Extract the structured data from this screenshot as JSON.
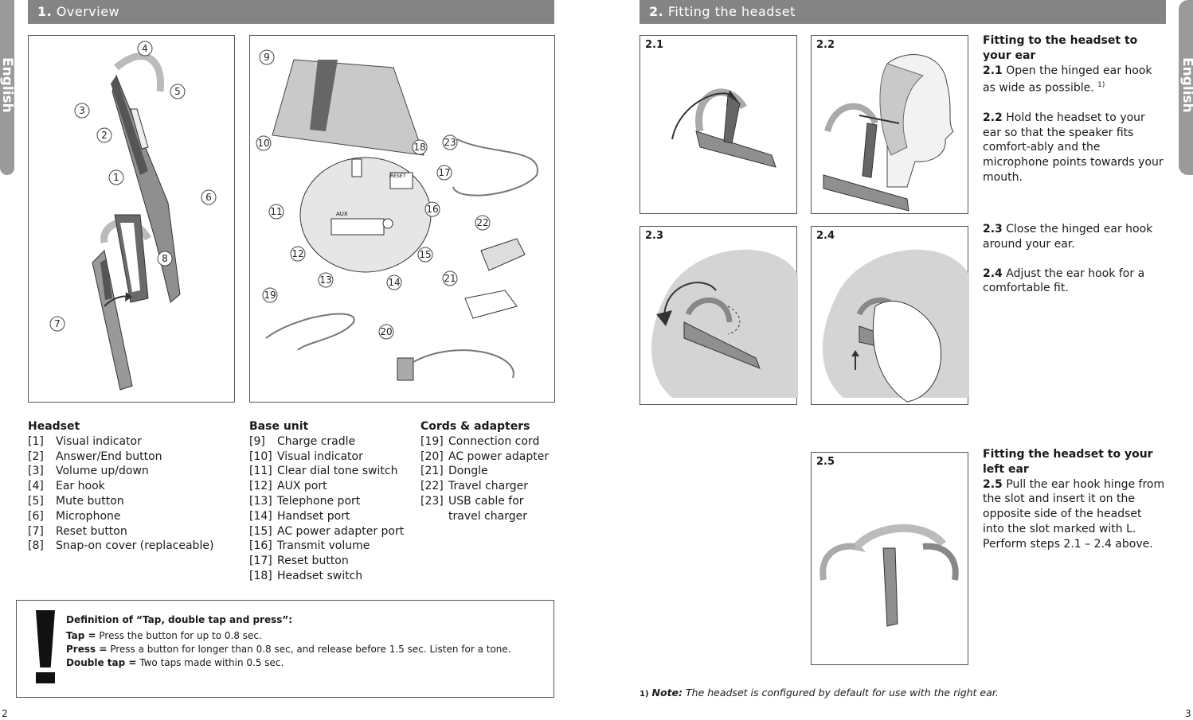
{
  "left": {
    "page_number": "2",
    "section_num": "1.",
    "section_title": "Overview",
    "side_tab": "English",
    "headset": {
      "title": "Headset",
      "items": [
        {
          "n": "[1]",
          "t": "Visual indicator"
        },
        {
          "n": "[2]",
          "t": "Answer/End button"
        },
        {
          "n": "[3]",
          "t": "Volume up/down"
        },
        {
          "n": "[4]",
          "t": "Ear hook"
        },
        {
          "n": "[5]",
          "t": "Mute button"
        },
        {
          "n": "[6]",
          "t": "Microphone"
        },
        {
          "n": "[7]",
          "t": "Reset button"
        },
        {
          "n": "[8]",
          "t": "Snap-on cover (replaceable)"
        }
      ]
    },
    "base": {
      "title": "Base unit",
      "items": [
        {
          "n": "[9]",
          "t": "Charge cradle"
        },
        {
          "n": "[10]",
          "t": "Visual indicator"
        },
        {
          "n": "[11]",
          "t": "Clear dial tone switch"
        },
        {
          "n": "[12]",
          "t": "AUX port"
        },
        {
          "n": "[13]",
          "t": "Telephone port"
        },
        {
          "n": "[14]",
          "t": "Handset port"
        },
        {
          "n": "[15]",
          "t": "AC power adapter port"
        },
        {
          "n": "[16]",
          "t": "Transmit volume"
        },
        {
          "n": "[17]",
          "t": "Reset button"
        },
        {
          "n": "[18]",
          "t": "Headset switch"
        }
      ]
    },
    "cords": {
      "title": "Cords & adapters",
      "items": [
        {
          "n": "[19]",
          "t": "Connection cord"
        },
        {
          "n": "[20]",
          "t": "AC power adapter"
        },
        {
          "n": "[21]",
          "t": "Dongle"
        },
        {
          "n": "[22]",
          "t": "Travel charger"
        },
        {
          "n": "[23]",
          "t": "USB cable for travel charger"
        }
      ]
    },
    "note": {
      "title": "Definition of “Tap, double tap and press”:",
      "lines": [
        {
          "k": "Tap =",
          "v": " Press the button for up to 0.8 sec."
        },
        {
          "k": "Press =",
          "v": " Press a button for longer than 0.8 sec, and release before 1.5 sec. Listen for a tone."
        },
        {
          "k": "Double tap =",
          "v": " Two taps made within 0.5 sec."
        }
      ]
    },
    "headset_callouts": [
      "4",
      "5",
      "3",
      "2",
      "1",
      "6",
      "8",
      "7"
    ],
    "base_callouts": [
      "9",
      "10",
      "18",
      "23",
      "17",
      "11",
      "16",
      "22",
      "12",
      "15",
      "13",
      "14",
      "21",
      "19",
      "20"
    ],
    "base_labels": {
      "aux": "AUX",
      "reset": "RESET"
    }
  },
  "right": {
    "page_number": "3",
    "section_num": "2.",
    "section_title": "Fitting the headset",
    "side_tab": "English",
    "figures": [
      "2.1",
      "2.2",
      "2.3",
      "2.4",
      "2.5"
    ],
    "right_ear": {
      "title": "Fitting to the headset to your ear",
      "steps": [
        {
          "num": "2.1",
          "text": "Open the hinged ear hook as wide as possible.",
          "sup": "1)"
        },
        {
          "num": "2.2",
          "text": "Hold the headset to your ear so that the speaker fits comfort-ably and the microphone points towards your mouth."
        },
        {
          "num": "2.3",
          "text": "Close the hinged ear hook around your ear."
        },
        {
          "num": "2.4",
          "text": "Adjust the ear hook for a comfortable fit."
        }
      ]
    },
    "left_ear": {
      "title": "Fitting the headset to your left ear",
      "num": "2.5",
      "text": "Pull the ear hook hinge from the slot and insert it on the opposite side of the headset into the slot marked with L. Perform steps 2.1 – 2.4 above."
    },
    "footnote": {
      "mark": "1)",
      "label": "Note:",
      "text": " The headset is configured by default for use with the right ear."
    }
  }
}
